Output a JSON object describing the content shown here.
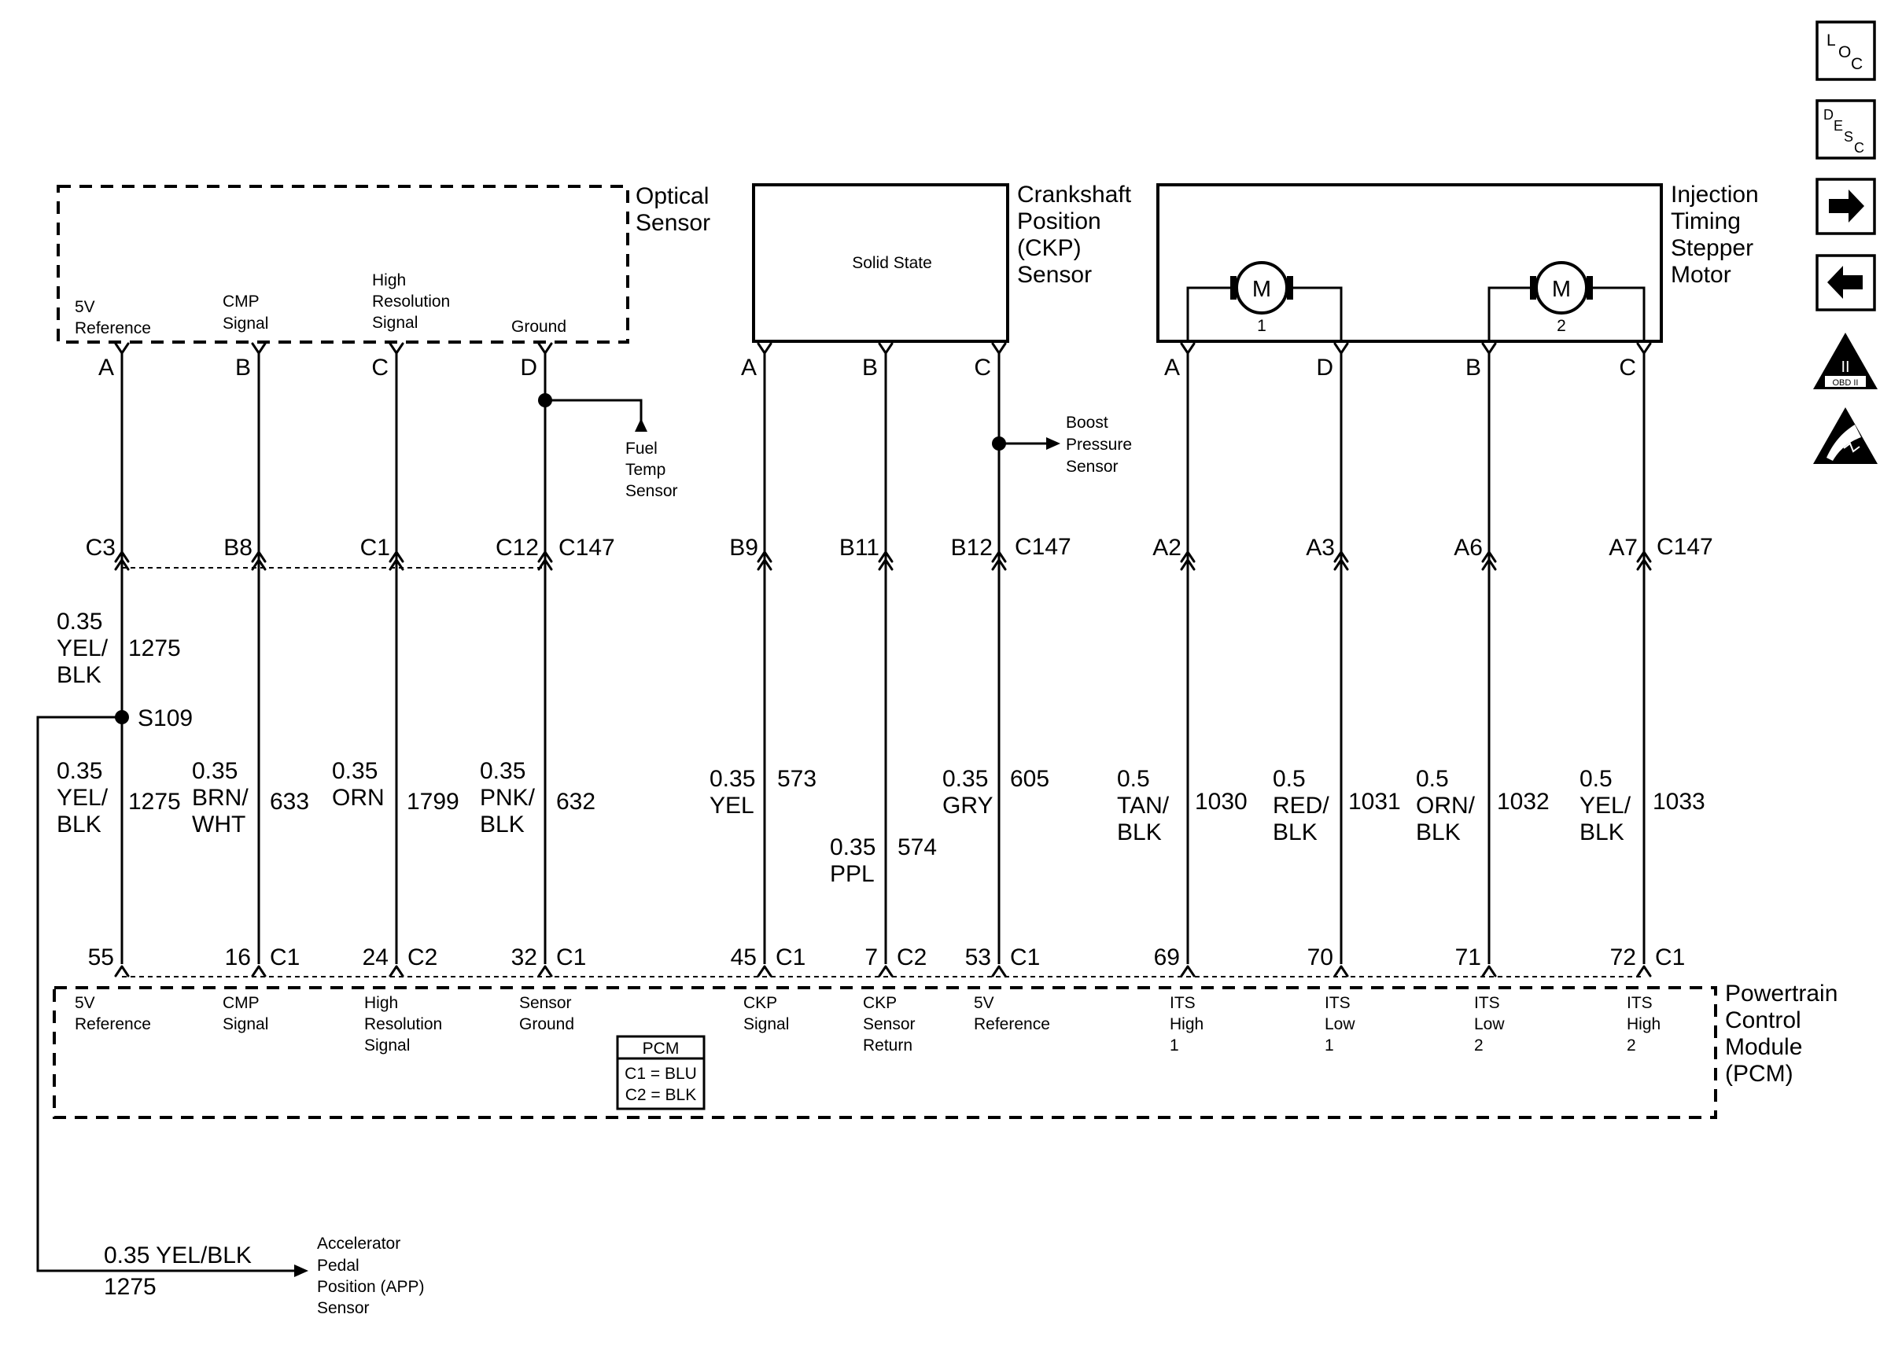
{
  "components": {
    "optical_sensor": {
      "title": [
        "Optical",
        "Sensor"
      ],
      "pin_labels": [
        [
          "5V",
          "Reference"
        ],
        [
          "CMP",
          "Signal"
        ],
        [
          "High",
          "Resolution",
          "Signal"
        ],
        [
          "Ground"
        ]
      ],
      "pins": [
        "A",
        "B",
        "C",
        "D"
      ]
    },
    "ckp_sensor": {
      "title": [
        "Crankshaft",
        "Position",
        "(CKP)",
        "Sensor"
      ],
      "inner_label": "Solid State",
      "pins": [
        "A",
        "B",
        "C"
      ]
    },
    "its_motor": {
      "title": [
        "Injection",
        "Timing",
        "Stepper",
        "Motor"
      ],
      "motor_symbol": "M",
      "motor_numbers": [
        "1",
        "2"
      ],
      "pins": [
        "A",
        "D",
        "B",
        "C"
      ]
    },
    "pcm": {
      "title": [
        "Powertrain",
        "Control",
        "Module",
        "(PCM)"
      ],
      "legend": {
        "title": "PCM",
        "rows": [
          "C1 = BLU",
          "C2 = BLK"
        ]
      },
      "pin_labels": [
        [
          "5V",
          "Reference"
        ],
        [
          "CMP",
          "Signal"
        ],
        [
          "High",
          "Resolution",
          "Signal"
        ],
        [
          "Sensor",
          "Ground"
        ],
        [
          "CKP",
          "Signal"
        ],
        [
          "CKP",
          "Sensor",
          "Return"
        ],
        [
          "5V",
          "Reference"
        ],
        [
          "ITS",
          "High",
          "1"
        ],
        [
          "ITS",
          "Low",
          "1"
        ],
        [
          "ITS",
          "Low",
          "2"
        ],
        [
          "ITS",
          "High",
          "2"
        ]
      ]
    }
  },
  "branches": {
    "fuel_temp": [
      "Fuel",
      "Temp",
      "Sensor"
    ],
    "boost_pressure": [
      "Boost",
      "Pressure",
      "Sensor"
    ],
    "app_sensor": [
      "Accelerator",
      "Pedal",
      "Position (APP)",
      "Sensor"
    ]
  },
  "c147": {
    "name": "C147",
    "cavities": [
      "C3",
      "B8",
      "C1",
      "C12",
      "B9",
      "B11",
      "B12",
      "A2",
      "A3",
      "A6",
      "A7"
    ]
  },
  "pcm_pins": [
    "55",
    "16",
    "24",
    "32",
    "45",
    "7",
    "53",
    "69",
    "70",
    "71",
    "72"
  ],
  "pcm_connectors": [
    "C1",
    "C2",
    "C1",
    "C1",
    "C2",
    "C1",
    "C1"
  ],
  "splice": {
    "name": "S109"
  },
  "wires_upper": [
    {
      "lines": [
        "0.35",
        "YEL/",
        "BLK"
      ],
      "circuit": "1275"
    }
  ],
  "wires_lower": [
    {
      "lines": [
        "0.35",
        "YEL/",
        "BLK"
      ],
      "circuit": "1275"
    },
    {
      "lines": [
        "0.35",
        "BRN/",
        "WHT"
      ],
      "circuit": "633"
    },
    {
      "lines": [
        "0.35",
        "ORN"
      ],
      "circuit": "1799"
    },
    {
      "lines": [
        "0.35",
        "PNK/",
        "BLK"
      ],
      "circuit": "632"
    },
    {
      "lines": [
        "0.35",
        "YEL"
      ],
      "circuit": "573"
    },
    {
      "lines": [
        "0.35",
        "PPL"
      ],
      "circuit": "574"
    },
    {
      "lines": [
        "0.35",
        "GRY"
      ],
      "circuit": "605"
    },
    {
      "lines": [
        "0.5",
        "TAN/",
        "BLK"
      ],
      "circuit": "1030"
    },
    {
      "lines": [
        "0.5",
        "RED/",
        "BLK"
      ],
      "circuit": "1031"
    },
    {
      "lines": [
        "0.5",
        "ORN/",
        "BLK"
      ],
      "circuit": "1032"
    },
    {
      "lines": [
        "0.5",
        "YEL/",
        "BLK"
      ],
      "circuit": "1033"
    }
  ],
  "app_wire": {
    "label": "0.35 YEL/BLK",
    "circuit": "1275"
  },
  "side_icons": [
    {
      "name": "loc-icon",
      "text": [
        "L",
        "O",
        "C"
      ]
    },
    {
      "name": "desc-icon",
      "text": [
        "D",
        "E",
        "S",
        "C"
      ]
    },
    {
      "name": "next-arrow-icon"
    },
    {
      "name": "prev-arrow-icon"
    },
    {
      "name": "obd-ii-icon",
      "text": [
        "II",
        "OBD II"
      ]
    },
    {
      "name": "esd-warning-icon"
    }
  ]
}
